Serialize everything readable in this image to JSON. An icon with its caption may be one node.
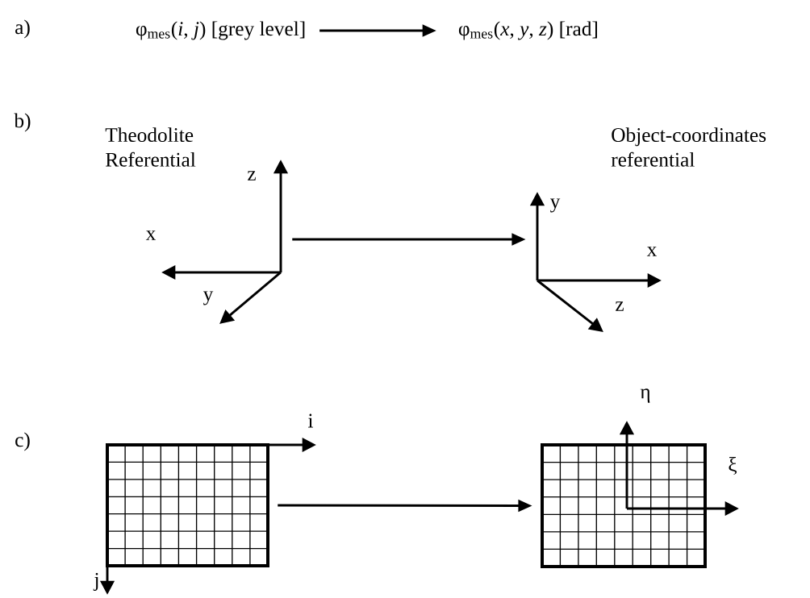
{
  "diagram": {
    "nodes": [
      {
        "text": [
          "φ$_{mes}$(*i*, *j*)  [grey level]"
        ]
      },
      {
        "text": [
          "φ$_{mes}$(*x*, *y*, *z*)  [rad]"
        ]
      },
      {
        "text": [],
        "shape": "picture",
        "beside": [
          "Theodolite Referential"
        ]
      },
      {
        "text": [],
        "shape": "picture",
        "beside": [
          "Object-coordinates referential"
        ]
      },
      {
        "text": [],
        "shape": "picture"
      },
      {
        "text": [],
        "shape": "picture"
      }
    ],
    "edges": [
      {
        "from": 0,
        "to": 1,
        "arrow": "to"
      },
      {
        "from": 2,
        "to": 3,
        "arrow": "to"
      },
      {
        "from": 4,
        "to": 5,
        "arrow": "to"
      }
    ],
    "labels": [
      "a)",
      "b)",
      "z",
      "x",
      "y",
      "y",
      "x",
      "z",
      "c)",
      "i",
      "j",
      "η",
      "ξ"
    ]
  }
}
